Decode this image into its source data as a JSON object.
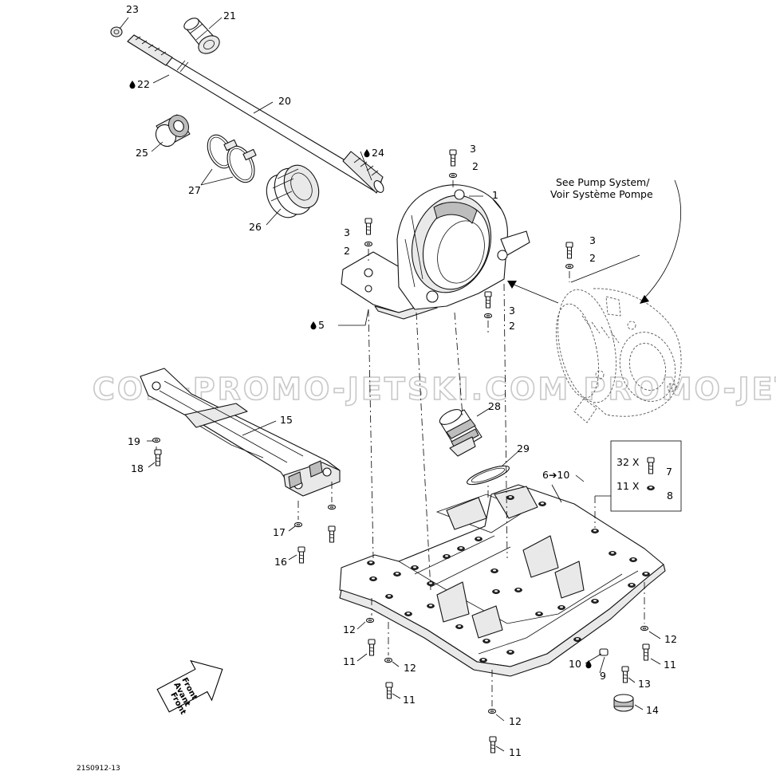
{
  "diagram": {
    "labels": {
      "l1": "1",
      "l2a": "2",
      "l2b": "2",
      "l2c": "2",
      "l2d": "2",
      "l3a": "3",
      "l3b": "3",
      "l3c": "3",
      "l3d": "3",
      "l5": "5",
      "l6to10": "6➔10",
      "l7": "7",
      "l8": "8",
      "l9": "9",
      "l10": "10",
      "l11a": "11",
      "l11b": "11",
      "l11c": "11",
      "l11d": "11",
      "l12a": "12",
      "l12b": "12",
      "l12c": "12",
      "l12d": "12",
      "l13": "13",
      "l14": "14",
      "l15": "15",
      "l16": "16",
      "l17": "17",
      "l18": "18",
      "l19": "19",
      "l20": "20",
      "l21": "21",
      "l22": "22",
      "l23": "23",
      "l24": "24",
      "l25": "25",
      "l26": "26",
      "l27": "27",
      "l28": "28",
      "l29": "29"
    },
    "pump_note_line1": "See Pump System/",
    "pump_note_line2": "Voir Système Pompe",
    "kit_box": {
      "qty_line1": "32 X",
      "qty_line2": "11 X"
    },
    "front_badge_line1": "Front",
    "front_badge_line2": "Avant",
    "watermark": "COM-PROMO-JETSKI.COM  PROMO-JETSKI",
    "reference_code": "21S0912-13",
    "icons": {
      "lubricant": "oil-drop-icon"
    }
  }
}
